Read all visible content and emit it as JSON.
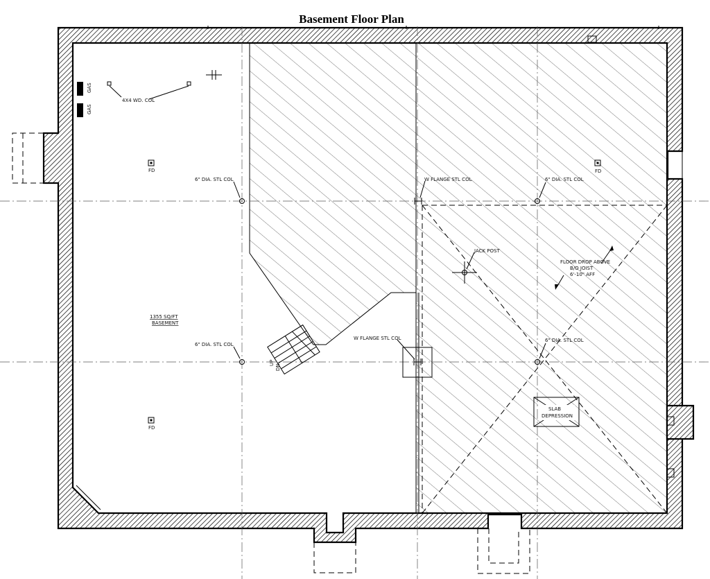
{
  "title": "Basement Floor Plan",
  "labels": {
    "gas_1": "GAS",
    "gas_2": "GAS",
    "wood_col": "4X4 WD. COL",
    "fd_1": "FD",
    "fd_2": "FD",
    "fd_3": "FD",
    "stl_col_1": "6\" DIA. STL COL",
    "stl_col_2": "6\" DIA. STL COL",
    "stl_col_3": "6\" DIA. STL COL",
    "stl_col_4": "6\" DIA. STL COL",
    "w_flange_1": "W FLANGE STL COL",
    "w_flange_2": "W FLANGE STL COL",
    "jack_post": "JACK POST",
    "floor_drop_1": "FLOOR DROP ABOVE",
    "floor_drop_2": "B/O JOIST",
    "floor_drop_3": "6'-10\" AFF",
    "area_1": "1355 SQ/FT",
    "area_2": "BASEMENT",
    "slab_1": "SLAB",
    "slab_2": "DEPRESSION",
    "stair_up": "UP",
    "stair_dn": "DN"
  }
}
